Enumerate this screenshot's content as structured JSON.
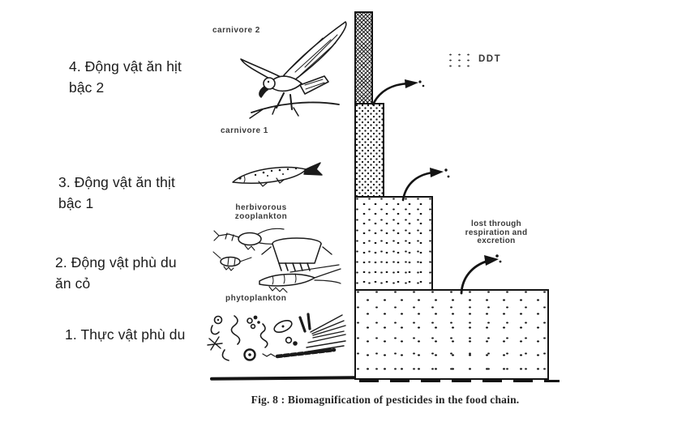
{
  "caption": {
    "prefix": "Fig. 8 :",
    "text": "Biomagnification of pesticides in the food chain."
  },
  "legend": {
    "ddt": "DDT"
  },
  "loss": {
    "l1": "lost through",
    "l2": "respiration and",
    "l3": "excretion"
  },
  "levels": [
    {
      "num": "4",
      "vn1": "4. Động vật ăn hịt",
      "vn2": "bậc 2",
      "en1": "carnivore 2"
    },
    {
      "num": "3",
      "vn1": "3. Động vật ăn thịt",
      "vn2": "bậc 1",
      "en1": "carnivore 1"
    },
    {
      "num": "2",
      "vn1": "2. Động vật phù du",
      "vn2": "ăn cỏ",
      "en1": "herbivorous",
      "en2": "zooplankton"
    },
    {
      "num": "1",
      "vn1": "1. Thực vật phù du",
      "en1": "phytoplankton"
    }
  ],
  "colors": {
    "ink": "#1b1b1b",
    "scan_text": "#3a3a3a"
  }
}
